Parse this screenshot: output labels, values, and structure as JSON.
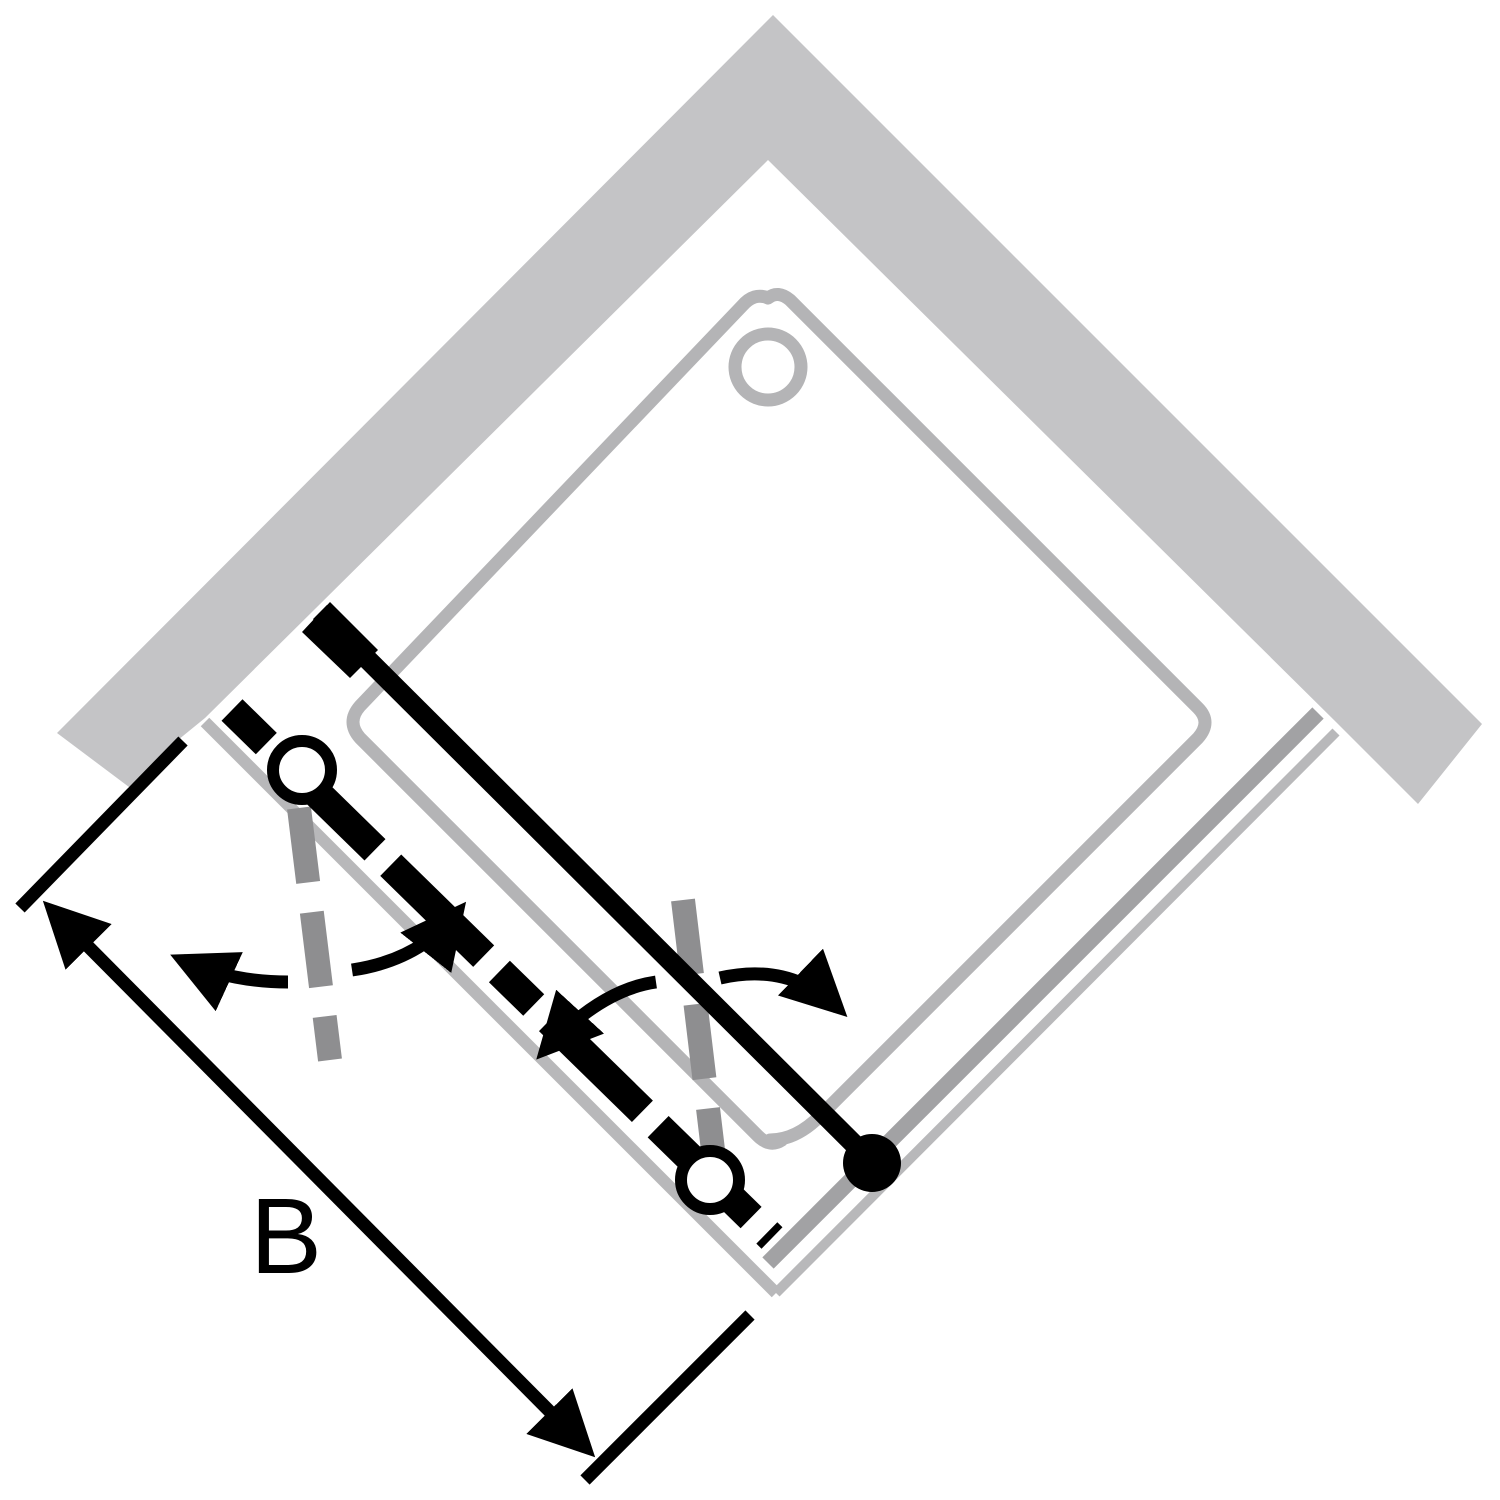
{
  "diagram": {
    "type": "shower-enclosure-plan",
    "description": "Corner shower enclosure top view with pivot door swinging both directions",
    "dimension_label": "B",
    "colors": {
      "wall": "#c4c4c6",
      "tray_outline": "#b4b4b6",
      "frame_light": "#b8b8ba",
      "frame_dark": "#a2a2a4",
      "door": "#000000",
      "dash_gray": "#8e8e90",
      "background": "#ffffff"
    },
    "elements": {
      "wall": "L-shaped corner wall (gray)",
      "tray": "rounded square shower tray with drain",
      "door_closed": "solid black door panel with pivot",
      "door_alt": "dashed black alternate door position with hinge circles",
      "swing_paths": "gray dashed swing lines",
      "arrows": "four curved swing-direction arrows",
      "dimension": "B"
    }
  }
}
